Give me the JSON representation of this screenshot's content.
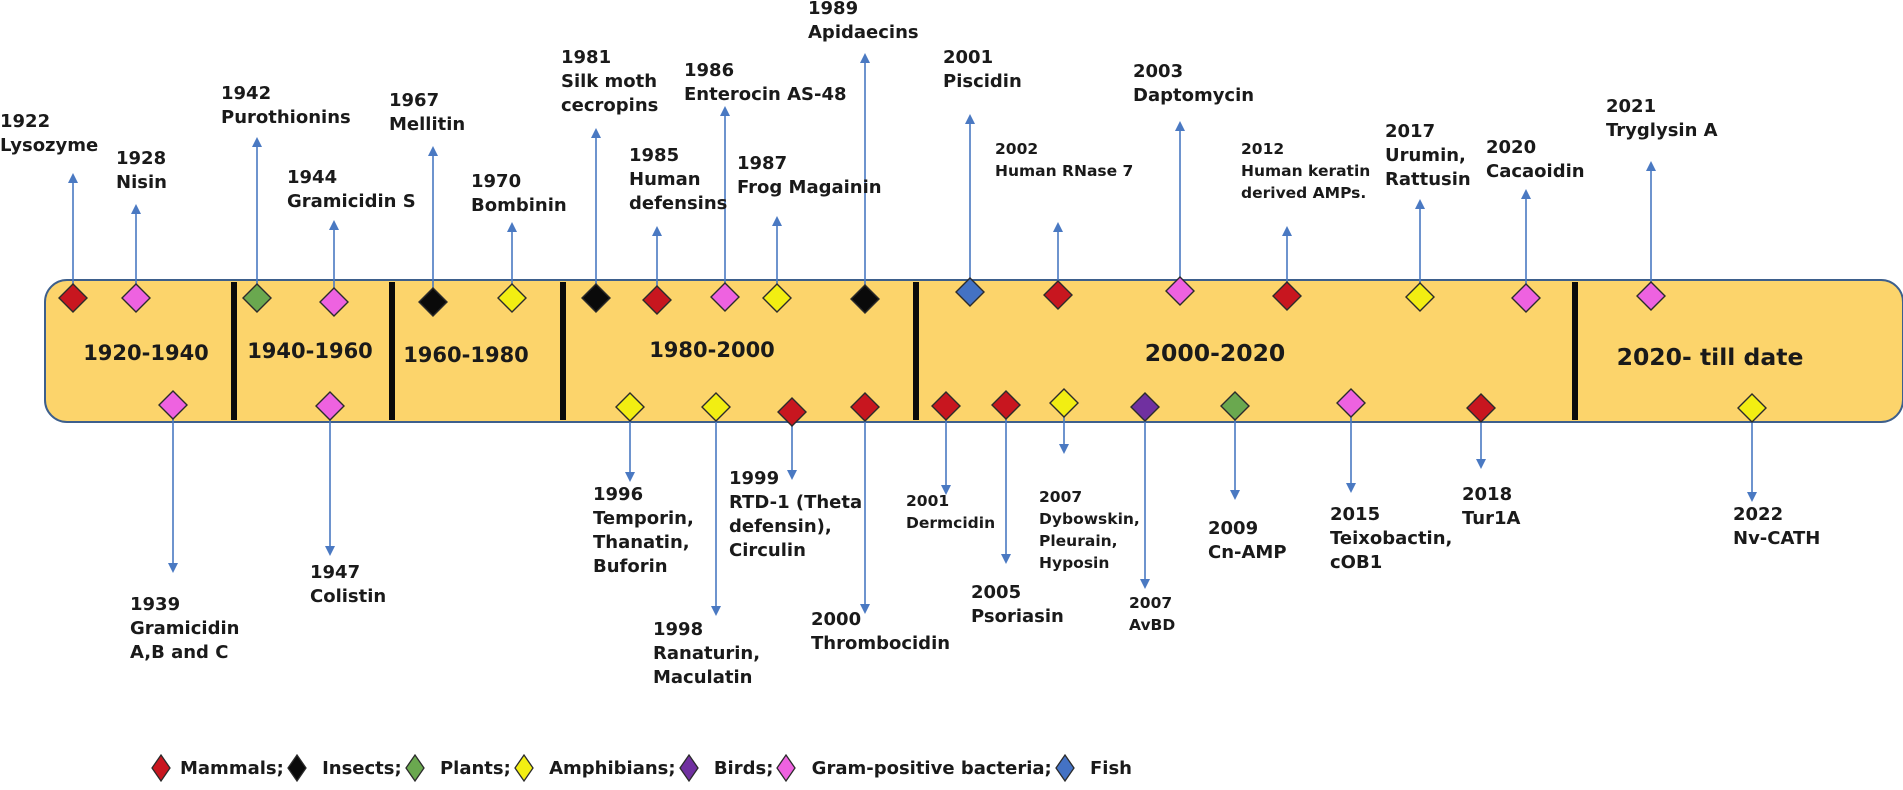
{
  "colors": {
    "band": "#fcd46b",
    "band_border": "#3d5f8c",
    "arrow": "#4a79c2",
    "Mammals": "#c8161f",
    "Insects": "#0a0a0a",
    "Plants": "#6aa84f",
    "Amphibians": "#f2ee12",
    "Birds": "#7030a0",
    "Gram-positive bacteria": "#ee62e0",
    "Fish": "#4472c4"
  },
  "periods": [
    "1920-1940",
    "1940-1960",
    "1960-1980",
    "1980-2000",
    "2000-2020",
    "2020- till date"
  ],
  "events_above": [
    {
      "year": "1922",
      "name": "Lysozyme",
      "group": "Mammals"
    },
    {
      "year": "1928",
      "name": "Nisin",
      "group": "Gram-positive bacteria"
    },
    {
      "year": "1942",
      "name": "Purothionins",
      "group": "Plants"
    },
    {
      "year": "1944",
      "name": "Gramicidin S",
      "group": "Gram-positive bacteria"
    },
    {
      "year": "1967",
      "name": "Mellitin",
      "group": "Insects"
    },
    {
      "year": "1970",
      "name": "Bombinin",
      "group": "Amphibians"
    },
    {
      "year": "1981",
      "name": "Silk moth\ncecropins",
      "group": "Insects"
    },
    {
      "year": "1985",
      "name": "Human\ndefensins",
      "group": "Mammals"
    },
    {
      "year": "1986",
      "name": "Enterocin AS-48",
      "group": "Gram-positive bacteria"
    },
    {
      "year": "1987",
      "name": "Frog Magainin",
      "group": "Amphibians"
    },
    {
      "year": "1989",
      "name": "Apidaecins",
      "group": "Insects"
    },
    {
      "year": "2001",
      "name": "Piscidin",
      "group": "Fish"
    },
    {
      "year": "2002",
      "name": "Human RNase 7",
      "group": "Mammals"
    },
    {
      "year": "2003",
      "name": "Daptomycin",
      "group": "Gram-positive bacteria"
    },
    {
      "year": "2012",
      "name": "Human keratin\nderived AMPs.",
      "group": "Mammals"
    },
    {
      "year": "2017",
      "name": "Urumin,\nRattusin",
      "group": "Amphibians"
    },
    {
      "year": "2020",
      "name": "Cacaoidin",
      "group": "Gram-positive bacteria"
    },
    {
      "year": "2021",
      "name": "Tryglysin A",
      "group": "Gram-positive bacteria"
    }
  ],
  "events_below": [
    {
      "year": "1939",
      "name": "Gramicidin\nA,B and C",
      "group": "Gram-positive bacteria"
    },
    {
      "year": "1947",
      "name": "Colistin",
      "group": "Gram-positive bacteria"
    },
    {
      "year": "1996",
      "name": "Temporin,\nThanatin,\nBuforin",
      "group": "Amphibians"
    },
    {
      "year": "1998",
      "name": "Ranaturin,\nMaculatin",
      "group": "Amphibians"
    },
    {
      "year": "1999",
      "name": "RTD-1 (Theta\ndefensin),\nCirculin",
      "group": "Mammals"
    },
    {
      "year": "2000",
      "name": "Thrombocidin",
      "group": "Mammals"
    },
    {
      "year": "2001",
      "name": "Dermcidin",
      "group": "Mammals"
    },
    {
      "year": "2005",
      "name": "Psoriasin",
      "group": "Mammals"
    },
    {
      "year": "2007",
      "name": "Dybowskin,\nPleurain,\nHyposin",
      "group": "Amphibians"
    },
    {
      "year": "2007",
      "name": "AvBD",
      "group": "Birds"
    },
    {
      "year": "2009",
      "name": "Cn-AMP",
      "group": "Plants"
    },
    {
      "year": "2015",
      "name": "Teixobactin,\ncOB1",
      "group": "Gram-positive bacteria"
    },
    {
      "year": "2018",
      "name": "Tur1A",
      "group": "Mammals"
    },
    {
      "year": "2022",
      "name": "Nv-CATH",
      "group": "Amphibians"
    }
  ],
  "legend": [
    {
      "label": "Mammals;",
      "group": "Mammals"
    },
    {
      "label": " Insects;",
      "group": "Insects"
    },
    {
      "label": " Plants;",
      "group": "Plants"
    },
    {
      "label": " Amphibians;",
      "group": "Amphibians"
    },
    {
      "label": " Birds;",
      "group": "Birds"
    },
    {
      "label": " Gram-positive bacteria;",
      "group": "Gram-positive bacteria"
    },
    {
      "label": " Fish",
      "group": "Fish"
    }
  ]
}
